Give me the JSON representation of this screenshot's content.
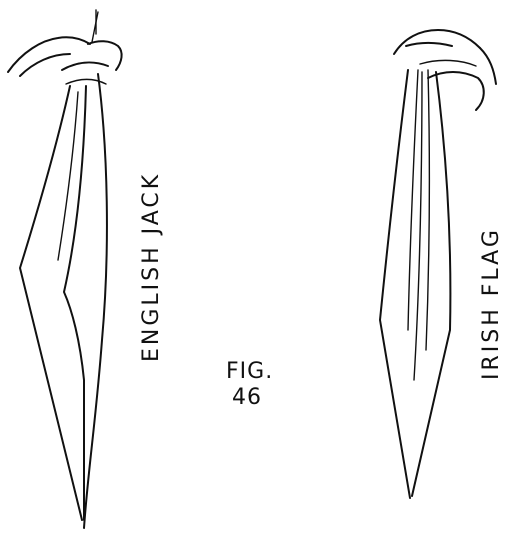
{
  "figure": {
    "left_label": "ENGLISH JACK",
    "right_label": "IRISH FLAG",
    "fig_label_line1": "FIG.",
    "fig_label_line2": "46"
  }
}
